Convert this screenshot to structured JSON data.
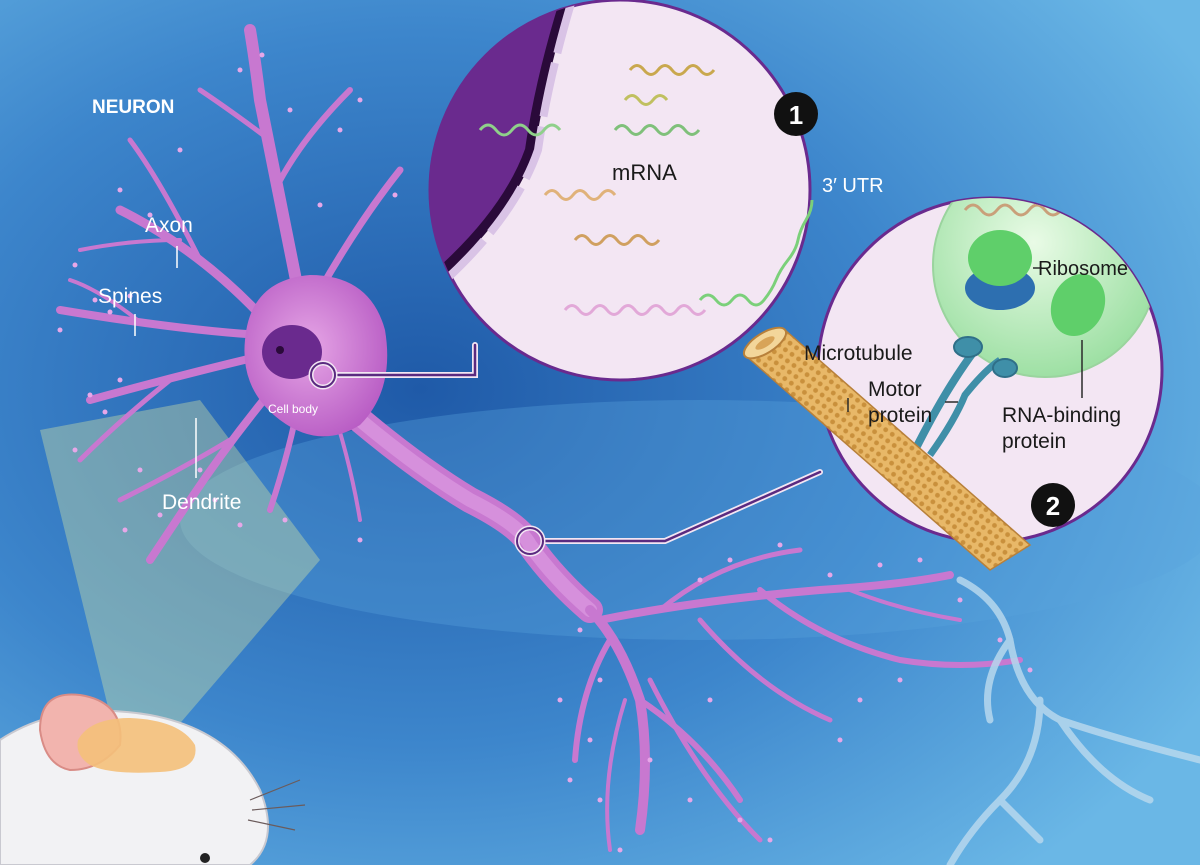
{
  "diagram": {
    "title": "NEURON",
    "neuron_labels": {
      "axon": "Axon",
      "spines": "Spines",
      "cell_body": "Cell body",
      "dendrite": "Dendrite"
    },
    "callout_1": {
      "number": "1",
      "mrna": "mRNA",
      "utr": "3′ UTR"
    },
    "callout_2": {
      "number": "2",
      "microtubule": "Microtubule",
      "motor_line1": "Motor",
      "motor_line2": "protein",
      "ribosome": "Ribosome",
      "rbp_line1": "RNA-binding",
      "rbp_line2": "protein"
    }
  },
  "colors": {
    "background": "#2a6fb8",
    "neuron": "#c878d0",
    "nucleus": "#6a2a8e",
    "callout_fill": "#f3e6f3",
    "connector": "#5a2a80",
    "microtubule": "#e2b060",
    "motor_protein": "#3f8fa8",
    "ribosome_green": "#5fcf6a",
    "ribosome_blue": "#2d6fb0",
    "vesicle": "#c8f0c8"
  }
}
